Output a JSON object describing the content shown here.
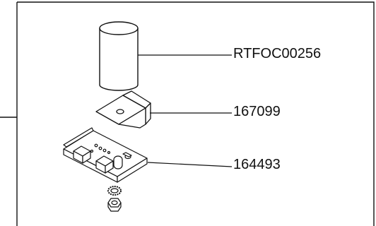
{
  "parts": [
    {
      "part_number": "RTFOC00256",
      "component": "cylindrical-cover"
    },
    {
      "part_number": "167099",
      "component": "mounting-bracket"
    },
    {
      "part_number": "164493",
      "component": "circuit-board"
    }
  ],
  "hardware": [
    "lock-washer",
    "hex-nut"
  ],
  "colors": {
    "line": "#111111",
    "background": "#ffffff"
  }
}
